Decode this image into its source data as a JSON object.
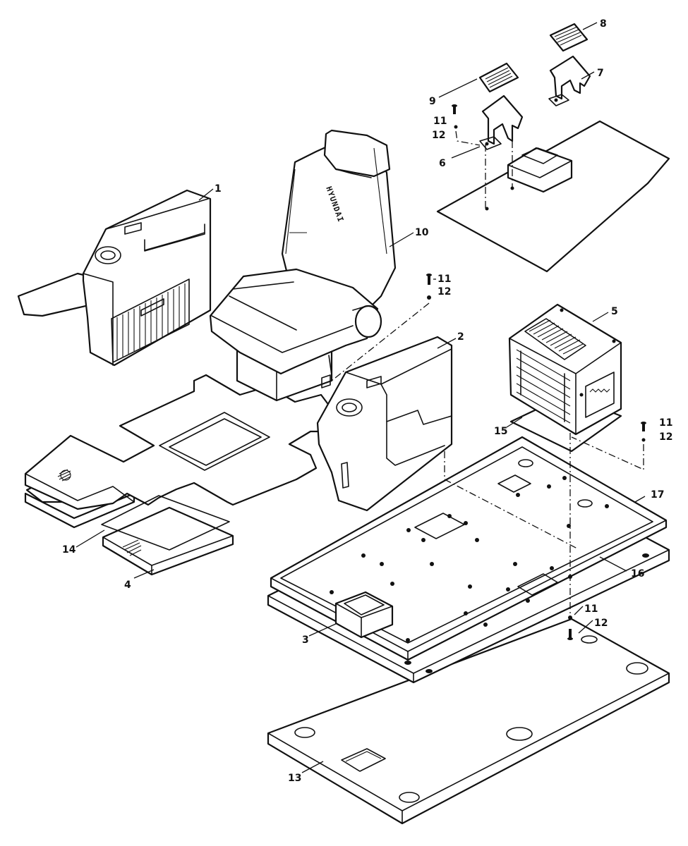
{
  "diagram": {
    "seat_brand": "HYUNDAI",
    "callouts": [
      "1",
      "2",
      "3",
      "4",
      "5",
      "6",
      "7",
      "8",
      "9",
      "10",
      "11",
      "12",
      "13",
      "14",
      "15",
      "16",
      "17"
    ],
    "callouts_11_12_repeat": [
      "11",
      "12",
      "11",
      "12",
      "11",
      "12",
      "11",
      "12"
    ]
  },
  "colors": {
    "ink": "#111111",
    "paper": "#ffffff"
  }
}
